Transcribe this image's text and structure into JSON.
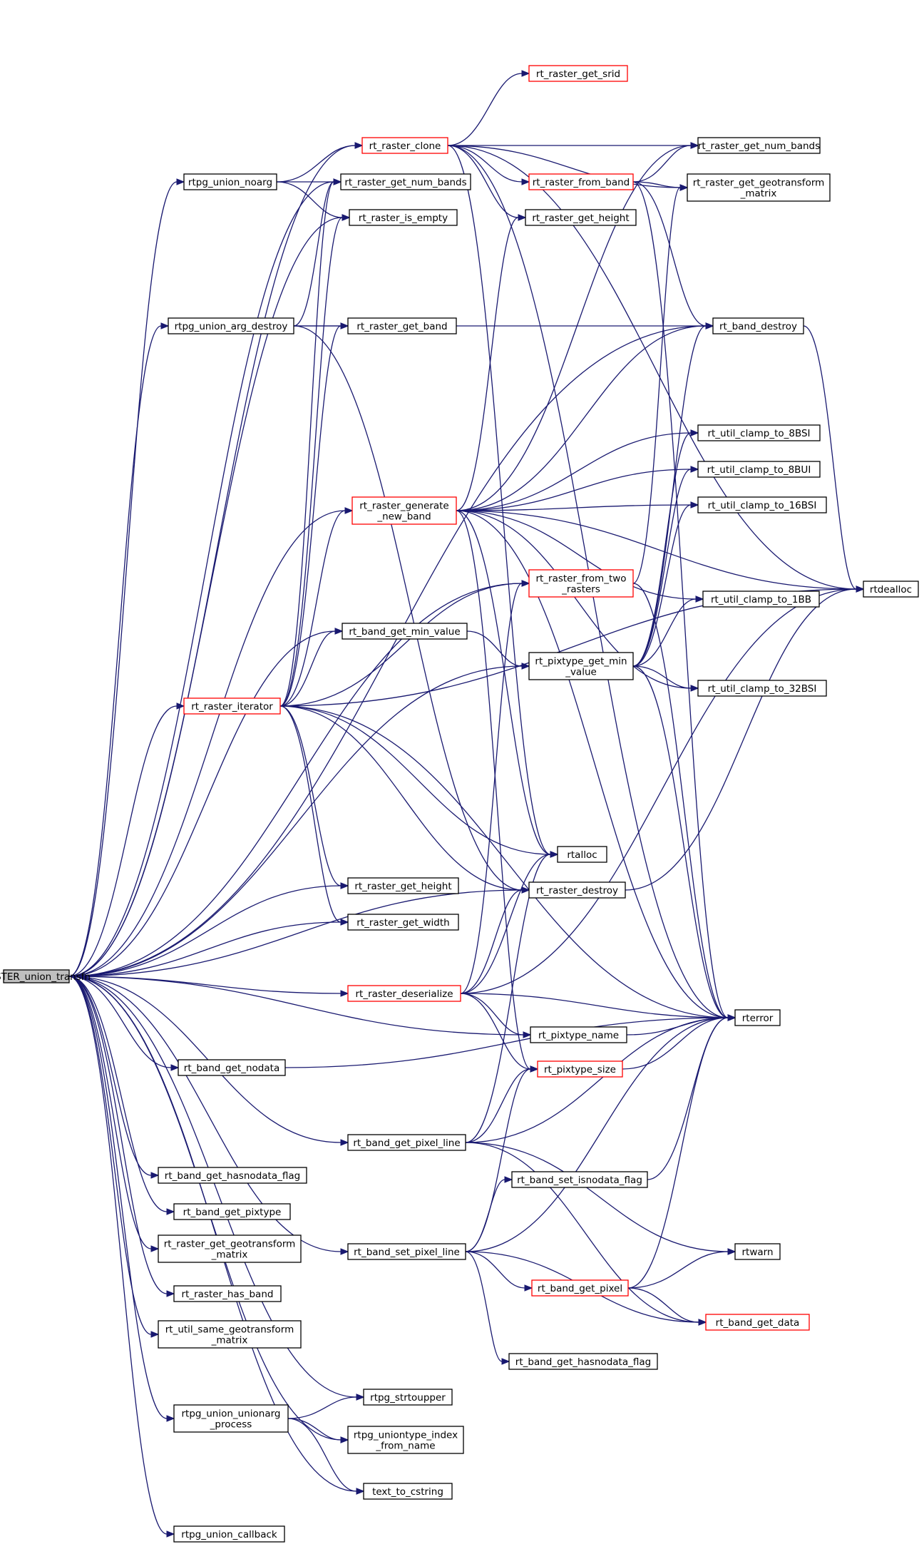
{
  "colors": {
    "edge": "#191970",
    "node_border": "#000000",
    "node_border_truncated": "#ff0000",
    "root_fill": "#bfbfbf",
    "background": "#ffffff"
  },
  "graph": {
    "root": "RASTER_union_transfn",
    "nodes": [
      {
        "id": "RASTER_union_transfn",
        "lines": [
          "RASTER_union_transfn"
        ],
        "root": true
      },
      {
        "id": "rt_raster_clone",
        "lines": [
          "rt_raster_clone"
        ],
        "red": true
      },
      {
        "id": "rt_raster_get_srid",
        "lines": [
          "rt_raster_get_srid"
        ],
        "red": true
      },
      {
        "id": "rt_raster_get_num_bands_1",
        "lines": [
          "rt_raster_get_num_bands"
        ]
      },
      {
        "id": "rt_raster_get_num_bands_2",
        "lines": [
          "rt_raster_get_num_bands"
        ]
      },
      {
        "id": "rtpg_union_noarg",
        "lines": [
          "rtpg_union_noarg"
        ]
      },
      {
        "id": "rt_raster_from_band",
        "lines": [
          "rt_raster_from_band"
        ],
        "red": true
      },
      {
        "id": "rt_raster_get_geotransform_matrix_1",
        "lines": [
          "rt_raster_get_geotransform",
          "_matrix"
        ]
      },
      {
        "id": "rt_raster_is_empty",
        "lines": [
          "rt_raster_is_empty"
        ]
      },
      {
        "id": "rt_raster_get_height_1",
        "lines": [
          "rt_raster_get_height"
        ]
      },
      {
        "id": "rtpg_union_arg_destroy",
        "lines": [
          "rtpg_union_arg_destroy"
        ]
      },
      {
        "id": "rt_raster_get_band",
        "lines": [
          "rt_raster_get_band"
        ]
      },
      {
        "id": "rt_band_destroy",
        "lines": [
          "rt_band_destroy"
        ]
      },
      {
        "id": "rt_util_clamp_to_8BSI",
        "lines": [
          "rt_util_clamp_to_8BSI"
        ]
      },
      {
        "id": "rt_util_clamp_to_8BUI",
        "lines": [
          "rt_util_clamp_to_8BUI"
        ]
      },
      {
        "id": "rt_raster_generate_new_band",
        "lines": [
          "rt_raster_generate",
          "_new_band"
        ],
        "red": true
      },
      {
        "id": "rt_util_clamp_to_16BSI",
        "lines": [
          "rt_util_clamp_to_16BSI"
        ]
      },
      {
        "id": "rt_raster_from_two_rasters",
        "lines": [
          "rt_raster_from_two",
          "_rasters"
        ],
        "red": true
      },
      {
        "id": "rtdealloc",
        "lines": [
          "rtdealloc"
        ]
      },
      {
        "id": "rt_util_clamp_to_1BB",
        "lines": [
          "rt_util_clamp_to_1BB"
        ]
      },
      {
        "id": "rt_band_get_min_value",
        "lines": [
          "rt_band_get_min_value"
        ]
      },
      {
        "id": "rt_pixtype_get_min_value",
        "lines": [
          "rt_pixtype_get_min",
          "_value"
        ]
      },
      {
        "id": "rt_util_clamp_to_32BSI",
        "lines": [
          "rt_util_clamp_to_32BSI"
        ]
      },
      {
        "id": "rt_raster_iterator",
        "lines": [
          "rt_raster_iterator"
        ],
        "red": true
      },
      {
        "id": "rtalloc",
        "lines": [
          "rtalloc"
        ]
      },
      {
        "id": "rt_raster_get_height_2",
        "lines": [
          "rt_raster_get_height"
        ]
      },
      {
        "id": "rt_raster_destroy",
        "lines": [
          "rt_raster_destroy"
        ]
      },
      {
        "id": "rt_raster_get_width",
        "lines": [
          "rt_raster_get_width"
        ]
      },
      {
        "id": "rt_raster_deserialize",
        "lines": [
          "rt_raster_deserialize"
        ],
        "red": true
      },
      {
        "id": "rterror",
        "lines": [
          "rterror"
        ]
      },
      {
        "id": "rt_pixtype_name",
        "lines": [
          "rt_pixtype_name"
        ]
      },
      {
        "id": "rt_band_get_nodata",
        "lines": [
          "rt_band_get_nodata"
        ]
      },
      {
        "id": "rt_pixtype_size",
        "lines": [
          "rt_pixtype_size"
        ],
        "red": true
      },
      {
        "id": "rt_band_get_pixel_line",
        "lines": [
          "rt_band_get_pixel_line"
        ]
      },
      {
        "id": "rt_band_get_hasnodata_flag_1",
        "lines": [
          "rt_band_get_hasnodata_flag"
        ]
      },
      {
        "id": "rt_band_set_isnodata_flag",
        "lines": [
          "rt_band_set_isnodata_flag"
        ]
      },
      {
        "id": "rt_band_get_pixtype",
        "lines": [
          "rt_band_get_pixtype"
        ]
      },
      {
        "id": "rt_raster_get_geotransform_matrix_2",
        "lines": [
          "rt_raster_get_geotransform",
          "_matrix"
        ]
      },
      {
        "id": "rt_band_set_pixel_line",
        "lines": [
          "rt_band_set_pixel_line"
        ]
      },
      {
        "id": "rtwarn",
        "lines": [
          "rtwarn"
        ]
      },
      {
        "id": "rt_band_get_pixel",
        "lines": [
          "rt_band_get_pixel"
        ],
        "red": true
      },
      {
        "id": "rt_raster_has_band",
        "lines": [
          "rt_raster_has_band"
        ]
      },
      {
        "id": "rt_band_get_data",
        "lines": [
          "rt_band_get_data"
        ],
        "red": true
      },
      {
        "id": "rt_util_same_geotransform_matrix",
        "lines": [
          "rt_util_same_geotransform",
          "_matrix"
        ]
      },
      {
        "id": "rt_band_get_hasnodata_flag_2",
        "lines": [
          "rt_band_get_hasnodata_flag"
        ]
      },
      {
        "id": "rtpg_strtoupper",
        "lines": [
          "rtpg_strtoupper"
        ]
      },
      {
        "id": "rtpg_union_unionarg_process",
        "lines": [
          "rtpg_union_unionarg",
          "_process"
        ]
      },
      {
        "id": "rtpg_uniontype_index_from_name",
        "lines": [
          "rtpg_uniontype_index",
          "_from_name"
        ]
      },
      {
        "id": "text_to_cstring",
        "lines": [
          "text_to_cstring"
        ]
      },
      {
        "id": "rtpg_union_callback",
        "lines": [
          "rtpg_union_callback"
        ]
      }
    ],
    "edges": [
      [
        "RASTER_union_transfn",
        "rt_raster_clone"
      ],
      [
        "RASTER_union_transfn",
        "rtpg_union_noarg"
      ],
      [
        "RASTER_union_transfn",
        "rt_raster_get_num_bands_2"
      ],
      [
        "RASTER_union_transfn",
        "rt_raster_is_empty"
      ],
      [
        "RASTER_union_transfn",
        "rtpg_union_arg_destroy"
      ],
      [
        "RASTER_union_transfn",
        "rt_band_destroy"
      ],
      [
        "RASTER_union_transfn",
        "rt_raster_generate_new_band"
      ],
      [
        "RASTER_union_transfn",
        "rt_raster_from_two_rasters"
      ],
      [
        "RASTER_union_transfn",
        "rt_band_get_min_value"
      ],
      [
        "RASTER_union_transfn",
        "rt_raster_iterator"
      ],
      [
        "RASTER_union_transfn",
        "rt_pixtype_get_min_value"
      ],
      [
        "RASTER_union_transfn",
        "rt_raster_get_height_2"
      ],
      [
        "RASTER_union_transfn",
        "rt_raster_get_width"
      ],
      [
        "RASTER_union_transfn",
        "rt_raster_destroy"
      ],
      [
        "RASTER_union_transfn",
        "rt_raster_deserialize"
      ],
      [
        "RASTER_union_transfn",
        "rt_pixtype_name"
      ],
      [
        "RASTER_union_transfn",
        "rt_band_get_nodata"
      ],
      [
        "RASTER_union_transfn",
        "rt_band_get_pixel_line"
      ],
      [
        "RASTER_union_transfn",
        "rt_band_get_hasnodata_flag_1"
      ],
      [
        "RASTER_union_transfn",
        "rt_band_get_pixtype"
      ],
      [
        "RASTER_union_transfn",
        "rt_raster_get_geotransform_matrix_2"
      ],
      [
        "RASTER_union_transfn",
        "rt_band_set_pixel_line"
      ],
      [
        "RASTER_union_transfn",
        "rt_raster_has_band"
      ],
      [
        "RASTER_union_transfn",
        "rt_util_same_geotransform_matrix"
      ],
      [
        "RASTER_union_transfn",
        "rtpg_strtoupper"
      ],
      [
        "RASTER_union_transfn",
        "rtpg_union_unionarg_process"
      ],
      [
        "RASTER_union_transfn",
        "rtpg_uniontype_index_from_name"
      ],
      [
        "RASTER_union_transfn",
        "text_to_cstring"
      ],
      [
        "RASTER_union_transfn",
        "rtpg_union_callback"
      ],
      [
        "rt_raster_clone",
        "rt_raster_get_srid"
      ],
      [
        "rt_raster_clone",
        "rt_raster_get_num_bands_1"
      ],
      [
        "rt_raster_clone",
        "rt_raster_from_band"
      ],
      [
        "rt_raster_clone",
        "rt_raster_get_geotransform_matrix_1"
      ],
      [
        "rt_raster_clone",
        "rt_raster_get_height_1"
      ],
      [
        "rt_raster_clone",
        "rtdealloc"
      ],
      [
        "rt_raster_clone",
        "rtalloc"
      ],
      [
        "rt_raster_clone",
        "rterror"
      ],
      [
        "rtpg_union_noarg",
        "rt_raster_clone"
      ],
      [
        "rtpg_union_noarg",
        "rt_raster_get_num_bands_2"
      ],
      [
        "rtpg_union_noarg",
        "rt_raster_is_empty"
      ],
      [
        "rt_raster_from_band",
        "rt_raster_get_num_bands_1"
      ],
      [
        "rt_raster_from_band",
        "rt_raster_get_geotransform_matrix_1"
      ],
      [
        "rt_raster_from_band",
        "rt_band_destroy"
      ],
      [
        "rt_raster_from_band",
        "rterror"
      ],
      [
        "rtpg_union_arg_destroy",
        "rt_raster_get_num_bands_2"
      ],
      [
        "rtpg_union_arg_destroy",
        "rt_raster_get_band"
      ],
      [
        "rtpg_union_arg_destroy",
        "rt_band_destroy"
      ],
      [
        "rtpg_union_arg_destroy",
        "rt_raster_destroy"
      ],
      [
        "rt_band_destroy",
        "rtdealloc"
      ],
      [
        "rt_raster_generate_new_band",
        "rt_raster_get_num_bands_1"
      ],
      [
        "rt_raster_generate_new_band",
        "rt_raster_get_height_1"
      ],
      [
        "rt_raster_generate_new_band",
        "rt_band_destroy"
      ],
      [
        "rt_raster_generate_new_band",
        "rtdealloc"
      ],
      [
        "rt_raster_generate_new_band",
        "rt_util_clamp_to_8BSI"
      ],
      [
        "rt_raster_generate_new_band",
        "rt_util_clamp_to_8BUI"
      ],
      [
        "rt_raster_generate_new_band",
        "rt_util_clamp_to_16BSI"
      ],
      [
        "rt_raster_generate_new_band",
        "rt_util_clamp_to_1BB"
      ],
      [
        "rt_raster_generate_new_band",
        "rt_util_clamp_to_32BSI"
      ],
      [
        "rt_raster_generate_new_band",
        "rtalloc"
      ],
      [
        "rt_raster_generate_new_band",
        "rterror"
      ],
      [
        "rt_raster_generate_new_band",
        "rt_pixtype_size"
      ],
      [
        "rt_raster_from_two_rasters",
        "rt_raster_get_geotransform_matrix_1"
      ],
      [
        "rt_raster_from_two_rasters",
        "rterror"
      ],
      [
        "rt_band_get_min_value",
        "rt_pixtype_get_min_value"
      ],
      [
        "rt_pixtype_get_min_value",
        "rt_util_clamp_to_8BSI"
      ],
      [
        "rt_pixtype_get_min_value",
        "rt_util_clamp_to_8BUI"
      ],
      [
        "rt_pixtype_get_min_value",
        "rt_util_clamp_to_16BSI"
      ],
      [
        "rt_pixtype_get_min_value",
        "rt_util_clamp_to_1BB"
      ],
      [
        "rt_pixtype_get_min_value",
        "rt_util_clamp_to_32BSI"
      ],
      [
        "rt_pixtype_get_min_value",
        "rt_band_destroy"
      ],
      [
        "rt_pixtype_get_min_value",
        "rterror"
      ],
      [
        "rt_raster_iterator",
        "rt_raster_get_num_bands_2"
      ],
      [
        "rt_raster_iterator",
        "rt_raster_is_empty"
      ],
      [
        "rt_raster_iterator",
        "rt_raster_get_band"
      ],
      [
        "rt_raster_iterator",
        "rt_raster_generate_new_band"
      ],
      [
        "rt_raster_iterator",
        "rt_raster_from_two_rasters"
      ],
      [
        "rt_raster_iterator",
        "rt_band_get_min_value"
      ],
      [
        "rt_raster_iterator",
        "rtdealloc"
      ],
      [
        "rt_raster_iterator",
        "rtalloc"
      ],
      [
        "rt_raster_iterator",
        "rt_raster_get_height_2"
      ],
      [
        "rt_raster_iterator",
        "rt_raster_destroy"
      ],
      [
        "rt_raster_iterator",
        "rt_raster_get_width"
      ],
      [
        "rt_raster_iterator",
        "rterror"
      ],
      [
        "rt_raster_destroy",
        "rtdealloc"
      ],
      [
        "rt_raster_deserialize",
        "rtalloc"
      ],
      [
        "rt_raster_deserialize",
        "rt_raster_destroy"
      ],
      [
        "rt_raster_deserialize",
        "rt_raster_from_two_rasters"
      ],
      [
        "rt_raster_deserialize",
        "rtdealloc"
      ],
      [
        "rt_raster_deserialize",
        "rterror"
      ],
      [
        "rt_raster_deserialize",
        "rt_pixtype_name"
      ],
      [
        "rt_raster_deserialize",
        "rt_pixtype_size"
      ],
      [
        "rt_pixtype_name",
        "rterror"
      ],
      [
        "rt_band_get_nodata",
        "rterror"
      ],
      [
        "rt_pixtype_size",
        "rterror"
      ],
      [
        "rt_band_get_pixel_line",
        "rtalloc"
      ],
      [
        "rt_band_get_pixel_line",
        "rt_pixtype_size"
      ],
      [
        "rt_band_get_pixel_line",
        "rterror"
      ],
      [
        "rt_band_get_pixel_line",
        "rtwarn"
      ],
      [
        "rt_band_get_pixel_line",
        "rt_band_get_data"
      ],
      [
        "rt_band_set_isnodata_flag",
        "rterror"
      ],
      [
        "rt_band_set_pixel_line",
        "rt_pixtype_size"
      ],
      [
        "rt_band_set_pixel_line",
        "rt_band_set_isnodata_flag"
      ],
      [
        "rt_band_set_pixel_line",
        "rterror"
      ],
      [
        "rt_band_set_pixel_line",
        "rt_band_get_pixel"
      ],
      [
        "rt_band_set_pixel_line",
        "rt_band_get_hasnodata_flag_2"
      ],
      [
        "rt_band_set_pixel_line",
        "rt_band_get_data"
      ],
      [
        "rt_band_get_pixel",
        "rterror"
      ],
      [
        "rt_band_get_pixel",
        "rtwarn"
      ],
      [
        "rt_band_get_pixel",
        "rt_band_get_data"
      ],
      [
        "rtpg_union_unionarg_process",
        "rtpg_strtoupper"
      ],
      [
        "rtpg_union_unionarg_process",
        "rtpg_uniontype_index_from_name"
      ],
      [
        "rtpg_union_unionarg_process",
        "text_to_cstring"
      ]
    ]
  }
}
